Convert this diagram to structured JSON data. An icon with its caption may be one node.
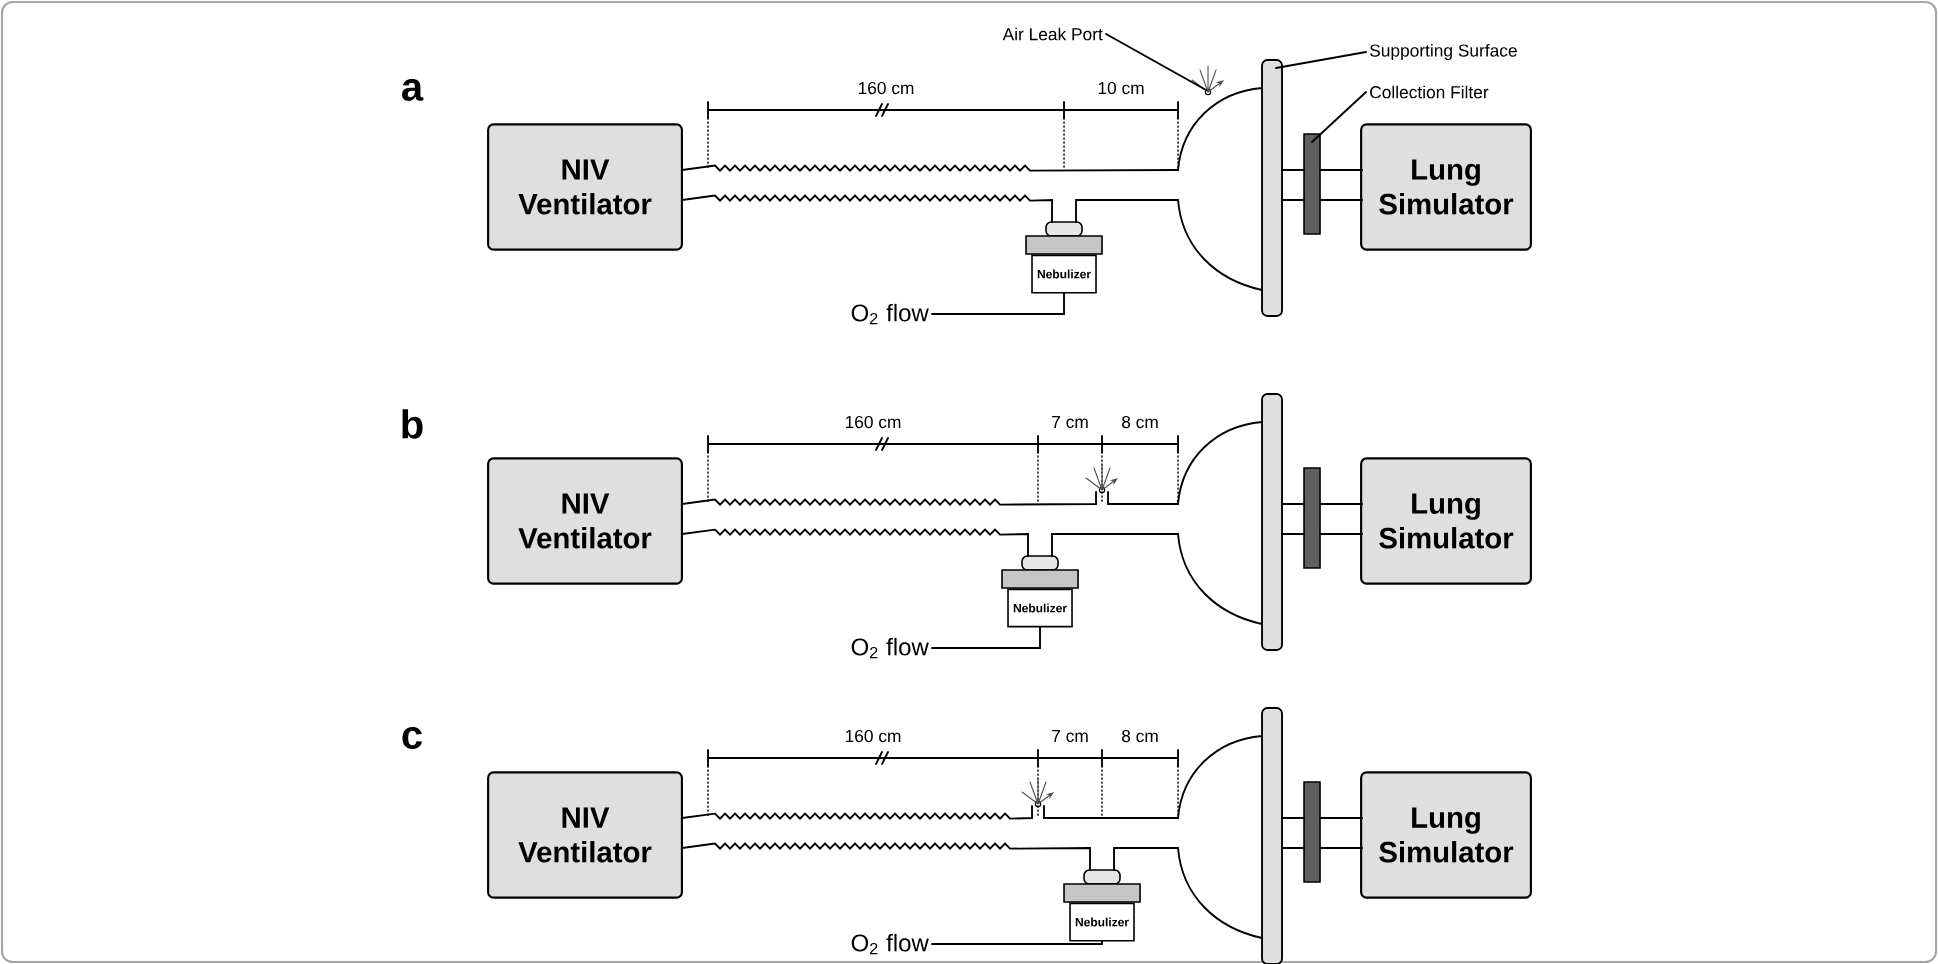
{
  "diagram": {
    "nodes": [
      {
        "text": [
          "Air Leak Port"
        ]
      },
      {
        "text": [
          "Supporting Surface"
        ]
      },
      {
        "text": [
          "Collection Filter"
        ]
      },
      {
        "text": [
          "NIV Ventilator"
        ]
      },
      {
        "text": [],
        "shape": "circle"
      },
      {
        "text": [],
        "shape": "dome"
      },
      {
        "text": [],
        "shape": "bar"
      },
      {
        "text": [],
        "shape": "bar"
      },
      {
        "text": [
          "Lung Simulator"
        ]
      },
      {
        "text": [
          "Nebulizer"
        ]
      },
      {
        "text": [
          "O$_{2}$ flow"
        ]
      },
      {
        "text": [
          "NIV Ventilator"
        ]
      },
      {
        "text": [],
        "shape": "circle"
      },
      {
        "text": [],
        "shape": "dome"
      },
      {
        "text": [],
        "shape": "bar"
      },
      {
        "text": [],
        "shape": "bar"
      },
      {
        "text": [
          "Lung Simulator"
        ]
      },
      {
        "text": [
          "Nebulizer"
        ]
      },
      {
        "text": [
          "O$_{2}$ flow"
        ]
      },
      {
        "text": [
          "NIV Ventilator"
        ]
      },
      {
        "text": [],
        "shape": "circle"
      },
      {
        "text": [],
        "shape": "dome"
      },
      {
        "text": [],
        "shape": "bar"
      },
      {
        "text": [],
        "shape": "bar"
      },
      {
        "text": [
          "Lung Simulator"
        ]
      },
      {
        "text": [
          "Nebulizer"
        ]
      },
      {
        "text": [
          "O$_{2}$ flow"
        ]
      }
    ],
    "edges": [
      {
        "from": 0,
        "to": 4,
        "arrow": "none"
      },
      {
        "from": 1,
        "to": 6,
        "arrow": "none"
      },
      {
        "from": 2,
        "to": 7,
        "arrow": "none"
      },
      {
        "from": 3,
        "to": 5,
        "arrow": "none"
      },
      {
        "from": 3,
        "to": 9,
        "arrow": "none"
      },
      {
        "from": 9,
        "to": 5,
        "arrow": "none"
      },
      {
        "from": 6,
        "to": 7,
        "arrow": "none"
      },
      {
        "from": 6,
        "to": 7,
        "arrow": "none"
      },
      {
        "from": 7,
        "to": 8,
        "arrow": "none"
      },
      {
        "from": 7,
        "to": 8,
        "arrow": "none"
      },
      {
        "from": 10,
        "to": 9,
        "arrow": "none"
      },
      {
        "from": 11,
        "to": 12,
        "arrow": "none"
      },
      {
        "from": 12,
        "to": 13,
        "arrow": "none"
      },
      {
        "from": 11,
        "to": 17,
        "arrow": "none"
      },
      {
        "from": 17,
        "to": 13,
        "arrow": "none"
      },
      {
        "from": 14,
        "to": 15,
        "arrow": "none"
      },
      {
        "from": 14,
        "to": 15,
        "arrow": "none"
      },
      {
        "from": 15,
        "to": 16,
        "arrow": "none"
      },
      {
        "from": 15,
        "to": 16,
        "arrow": "none"
      },
      {
        "from": 18,
        "to": 17,
        "arrow": "none"
      },
      {
        "from": 19,
        "to": 20,
        "arrow": "none"
      },
      {
        "from": 20,
        "to": 21,
        "arrow": "none"
      },
      {
        "from": 19,
        "to": 25,
        "arrow": "none"
      },
      {
        "from": 25,
        "to": 21,
        "arrow": "none"
      },
      {
        "from": 22,
        "to": 23,
        "arrow": "none"
      },
      {
        "from": 22,
        "to": 23,
        "arrow": "none"
      },
      {
        "from": 23,
        "to": 24,
        "arrow": "none"
      },
      {
        "from": 23,
        "to": 24,
        "arrow": "none"
      },
      {
        "from": 26,
        "to": 25,
        "arrow": "none"
      }
    ],
    "labels": [
      "a",
      "160 cm",
      "10 cm",
      "b",
      "160 cm",
      "7 cm",
      "8 cm",
      "c",
      "160 cm",
      "7 cm",
      "8 cm"
    ]
  }
}
